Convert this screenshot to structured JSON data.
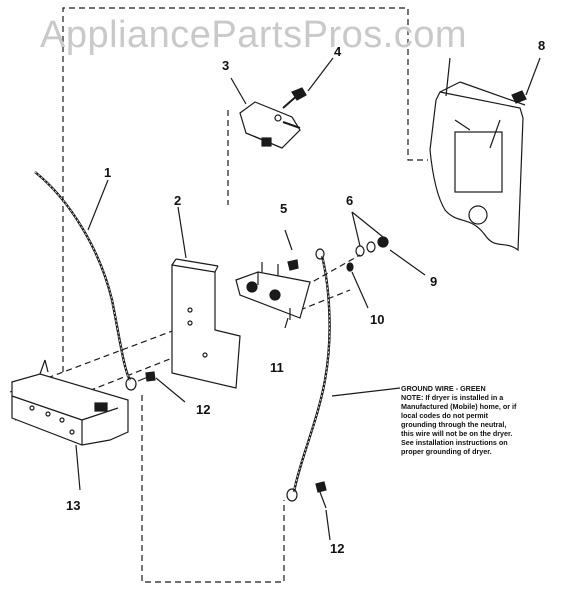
{
  "watermark": "AppliancePartsPros.com",
  "callouts": {
    "c1": "1",
    "c2": "2",
    "c3": "3",
    "c4": "4",
    "c5": "5",
    "c6": "6",
    "c8": "8",
    "c9": "9",
    "c10": "10",
    "c11": "11",
    "c12a": "12",
    "c12b": "12",
    "c13": "13"
  },
  "note": {
    "heading": "GROUND WIRE - GREEN",
    "text": "NOTE: If dryer is installed in a Manufactured (Mobile) home, or if local codes do not permit grounding through the neutral, this wire will not be on the dryer. See installation instructions on proper grounding of dryer."
  },
  "colors": {
    "line": "#1a1a1a",
    "watermark": "#c9c9c9",
    "background": "#ffffff"
  }
}
